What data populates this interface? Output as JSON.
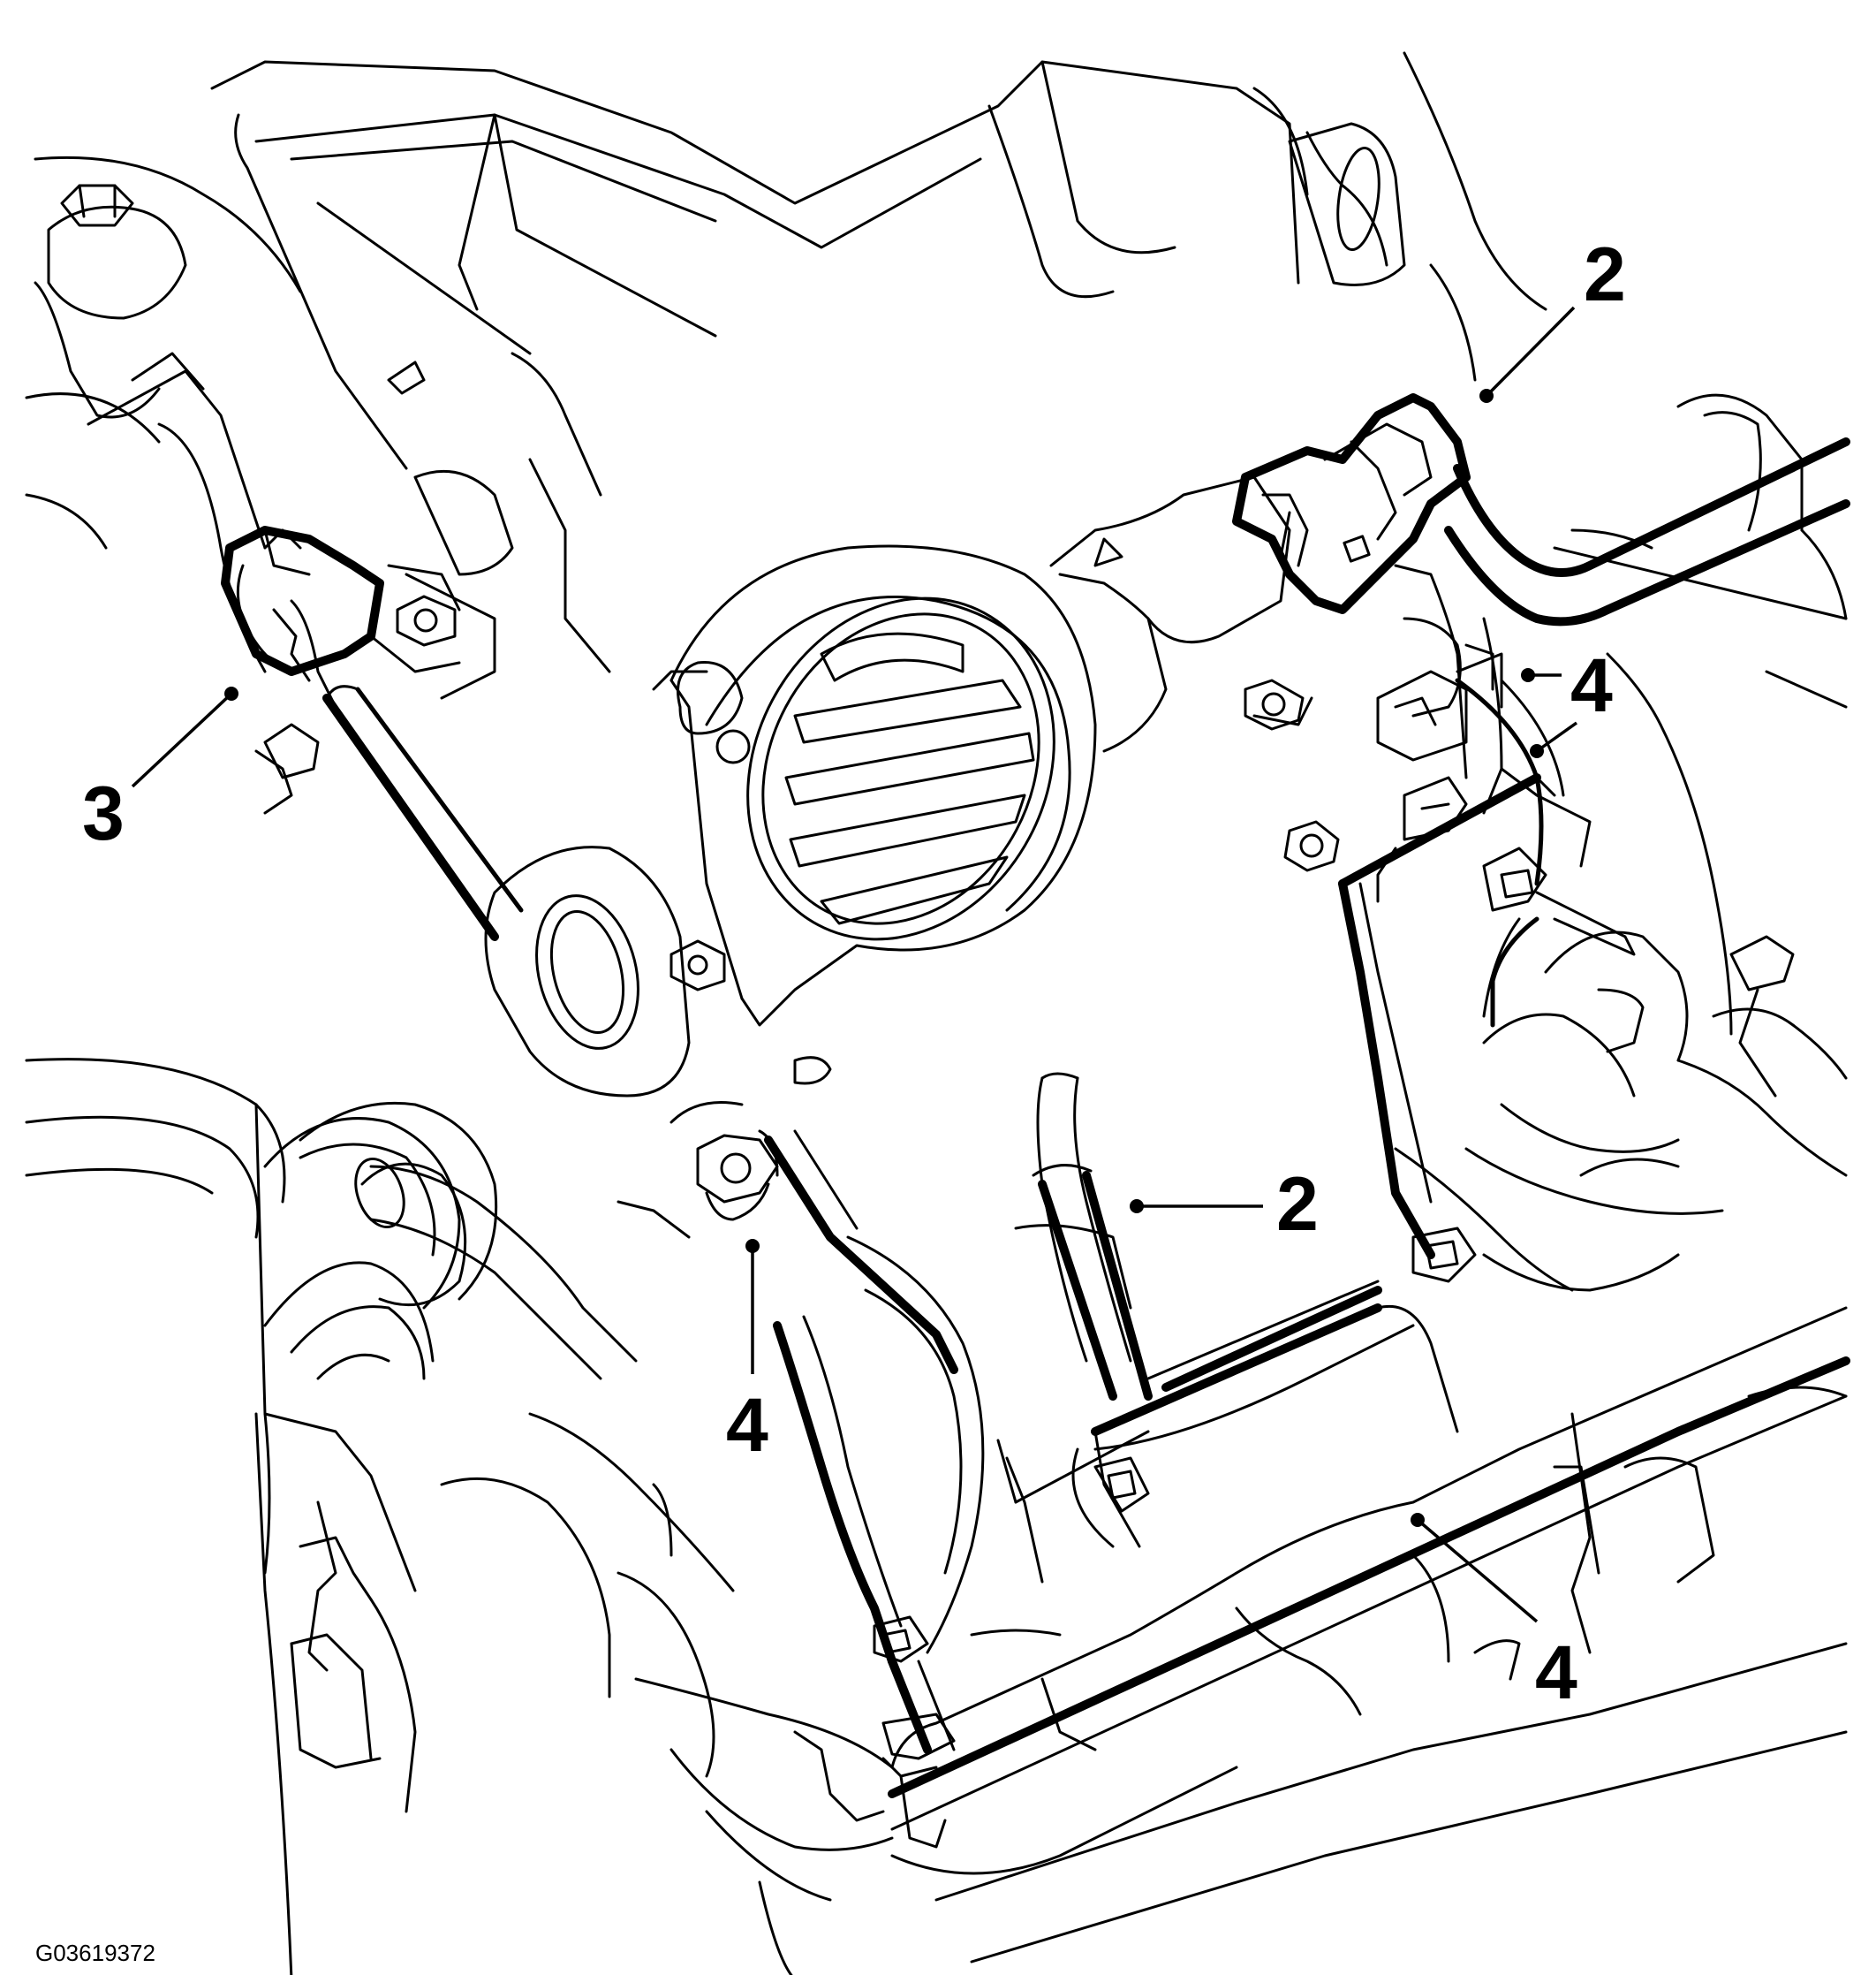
{
  "callouts": [
    {
      "id": "callout-2-upper",
      "label": "2"
    },
    {
      "id": "callout-3",
      "label": "3"
    },
    {
      "id": "callout-4-right",
      "label": "4"
    },
    {
      "id": "callout-2-center",
      "label": "2"
    },
    {
      "id": "callout-4-center",
      "label": "4"
    },
    {
      "id": "callout-4-lower",
      "label": "4"
    }
  ],
  "figure_id": "G03619372"
}
